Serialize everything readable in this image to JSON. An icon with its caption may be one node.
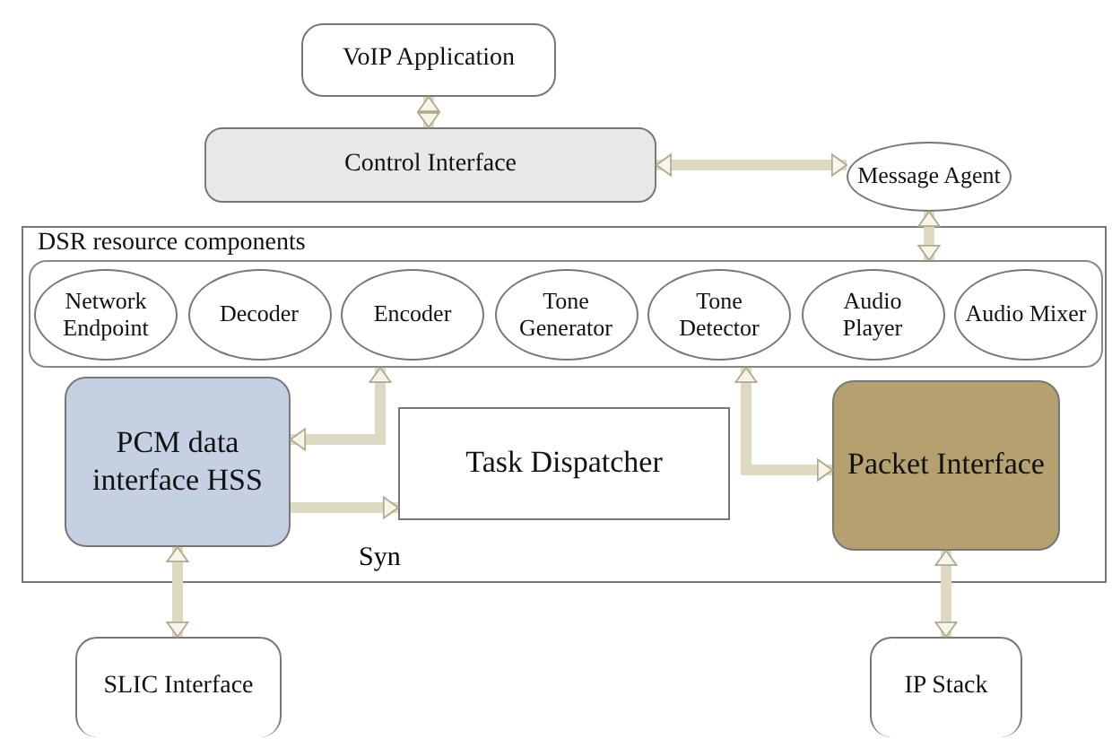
{
  "diagram": {
    "nodes": [
      {
        "text": [
          "VoIP Application"
        ]
      },
      {
        "text": [
          "Control Interface"
        ]
      },
      {
        "text": [
          "Message Agent"
        ]
      },
      {
        "text": [
          "DSR resource components"
        ]
      },
      {
        "text": [],
        "shape": "box",
        "in": 3
      },
      {
        "text": [
          "Network Endpoint"
        ],
        "in": 4
      },
      {
        "text": [
          "Decoder"
        ],
        "in": 4
      },
      {
        "text": [
          "Encoder"
        ],
        "in": 4
      },
      {
        "text": [
          "Tone Generator"
        ],
        "in": 4
      },
      {
        "text": [
          "Tone Detector"
        ],
        "in": 4
      },
      {
        "text": [
          "Audio Player"
        ],
        "in": 4
      },
      {
        "text": [
          "Audio Mixer"
        ],
        "in": 4
      },
      {
        "text": [
          "PCM data interface HSS"
        ],
        "in": 3
      },
      {
        "text": [
          "Task Dispatcher"
        ],
        "in": 3
      },
      {
        "text": [
          "Packet Interface"
        ],
        "in": 3
      },
      {
        "text": [
          "SLIC Interface"
        ]
      },
      {
        "text": [
          "IP Stack"
        ]
      }
    ],
    "edges": [
      {
        "from": 0,
        "to": 1,
        "arrow": "both"
      },
      {
        "from": 1,
        "to": 2,
        "arrow": "both"
      },
      {
        "from": 2,
        "to": 4,
        "arrow": "both"
      },
      {
        "from": 12,
        "to": 4,
        "arrow": "both"
      },
      {
        "from": 12,
        "to": 13,
        "arrow": "to",
        "label": "Syn"
      },
      {
        "from": 4,
        "to": 14,
        "arrow": "both"
      },
      {
        "from": 12,
        "to": 15,
        "arrow": "both"
      },
      {
        "from": 14,
        "to": 16,
        "arrow": "both"
      }
    ]
  }
}
